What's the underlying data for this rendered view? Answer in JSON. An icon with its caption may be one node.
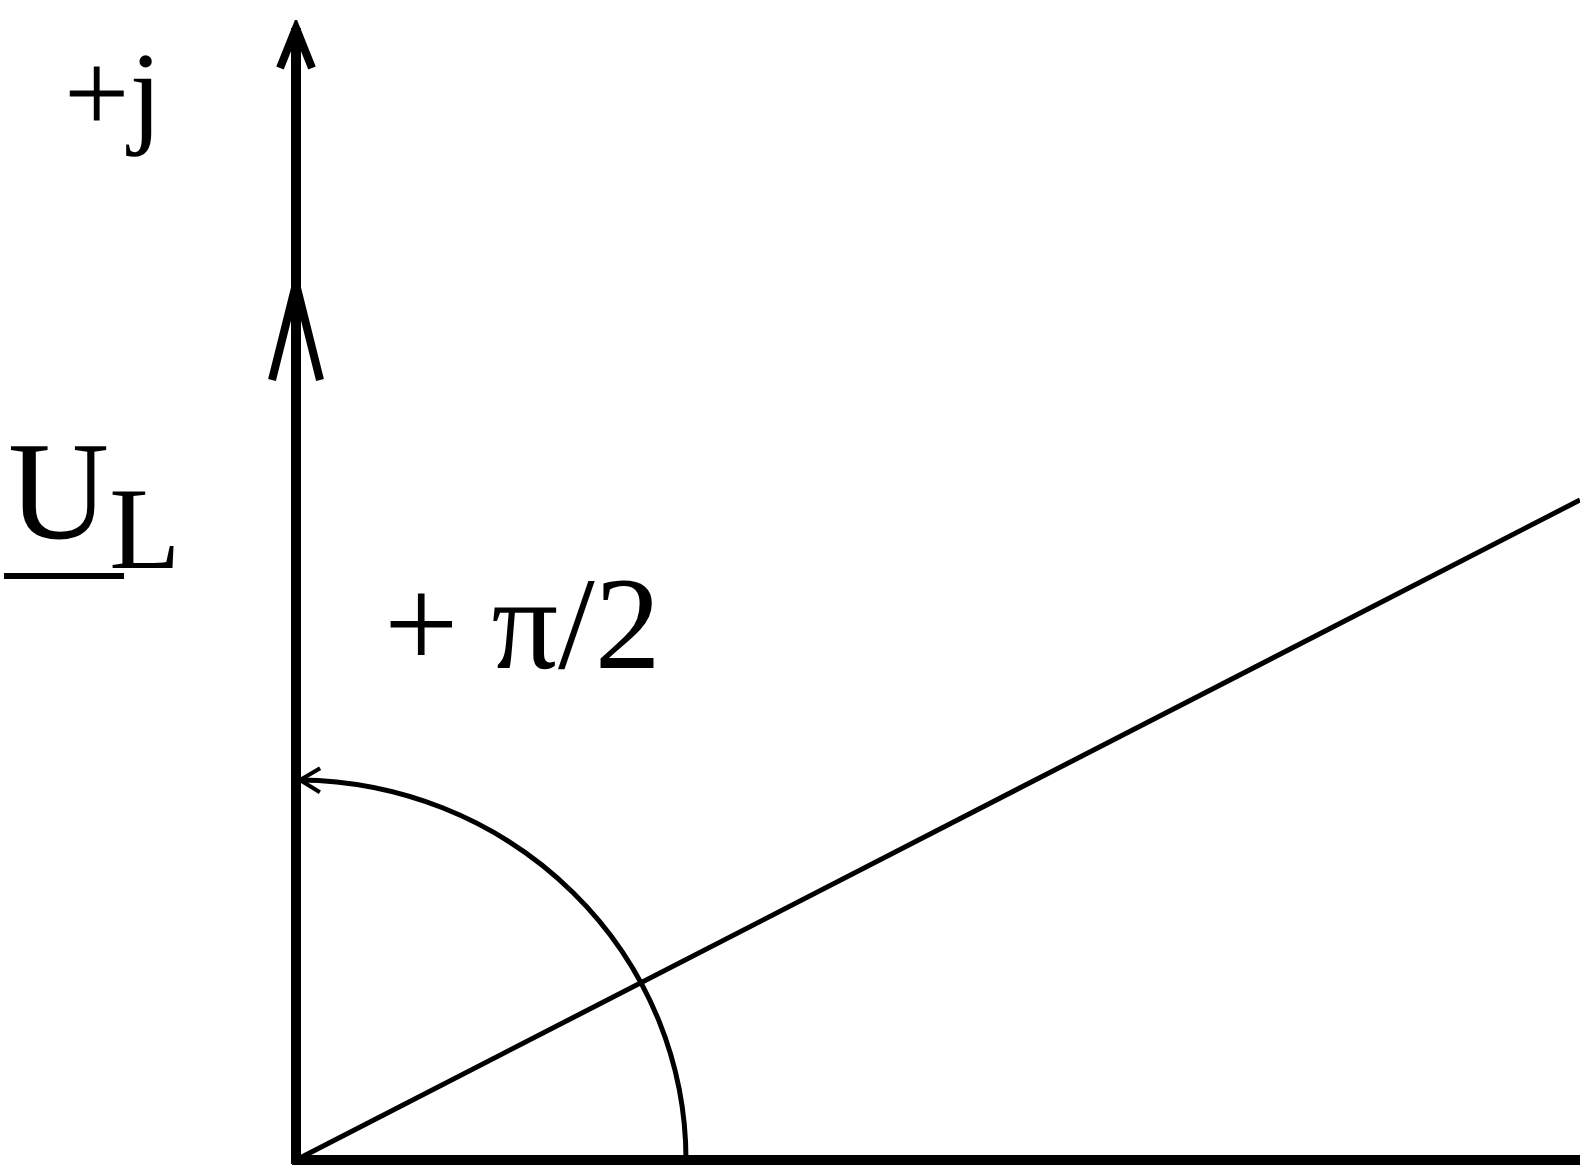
{
  "diagram": {
    "labels": [
      "+j",
      "U$_{L}$",
      "+ π/2"
    ]
  }
}
